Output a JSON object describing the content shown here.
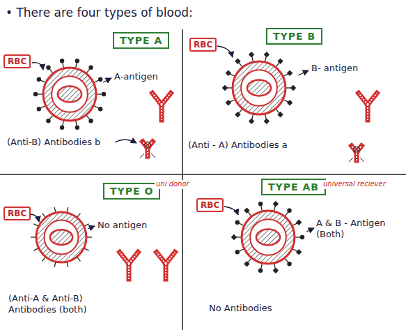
{
  "diagram": {
    "title": "• There are four types of blood:",
    "nodes": [
      {
        "text": [
          "TYPE A"
        ]
      },
      {
        "text": [
          "RBC"
        ]
      },
      {
        "text": [
          "TYPE B"
        ]
      },
      {
        "text": [
          "RBC"
        ]
      },
      {
        "text": [
          "TYPE O"
        ]
      },
      {
        "text": [
          "RBC"
        ]
      },
      {
        "text": [
          "TYPE AB"
        ]
      },
      {
        "text": [
          "RBC"
        ]
      }
    ],
    "labels": [
      "A-antigen",
      "(Anti-B) Antibodies b",
      "B- antigen",
      "(Anti - A) Antibodies a",
      "uni donor",
      "No antigen",
      "(Anti-A & Anti-B) Antibodies (both)",
      "universal reciever",
      "A & B - Antigen (Both)",
      "No Antibodies"
    ]
  }
}
